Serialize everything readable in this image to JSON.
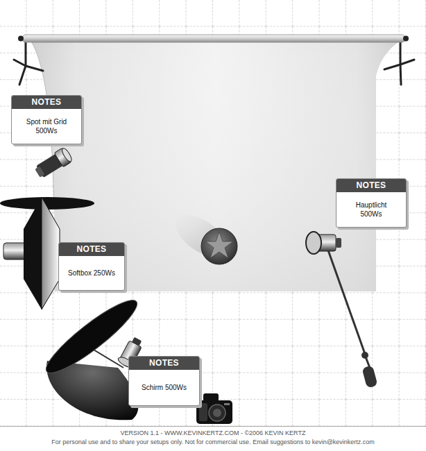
{
  "diagram": {
    "nodes": [
      {
        "text": [
          "NOTES",
          "Spot mit Grid 500Ws"
        ]
      },
      {
        "text": [
          "NOTES",
          "Hauptlicht 500Ws"
        ]
      },
      {
        "text": [
          "NOTES",
          "Softbox 250Ws"
        ]
      },
      {
        "text": [
          "NOTES",
          "Schirm 500Ws"
        ]
      }
    ],
    "labels": [
      "VERSION 1.1  -  WWW.KEVINKERTZ.COM  -  ©2006 KEVIN KERTZ",
      "For personal use and to share your setups only. Not for commercial use.  Email suggestions to kevin@kevinkertz.com"
    ]
  }
}
